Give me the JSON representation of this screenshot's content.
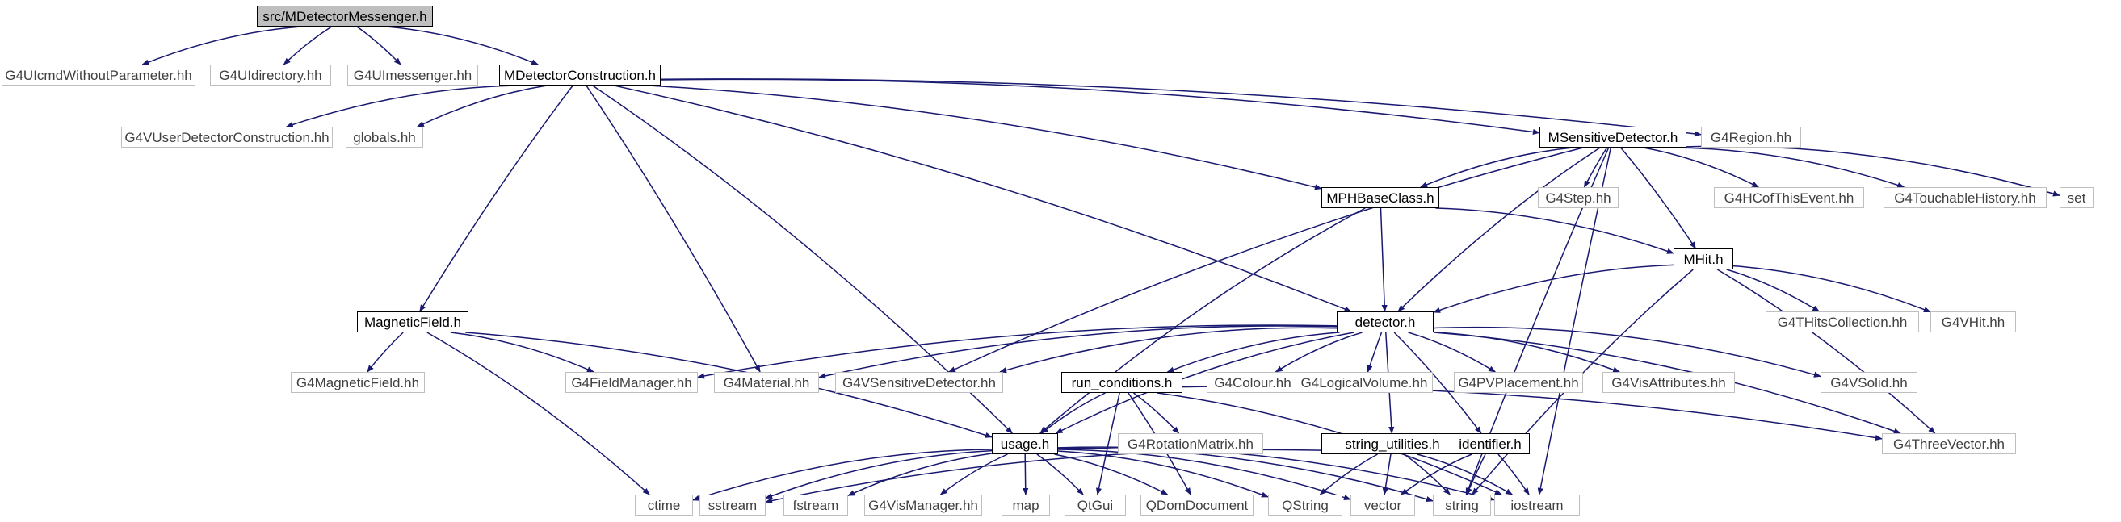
{
  "graph": {
    "nodes": [
      {
        "id": "root",
        "label": "src/MDetectorMessenger.h",
        "kind": "root"
      },
      {
        "id": "G4UIcmdWithoutParameter",
        "label": "G4UIcmdWithoutParameter.hh",
        "kind": "system"
      },
      {
        "id": "G4UIdirectory",
        "label": "G4UIdirectory.hh",
        "kind": "system"
      },
      {
        "id": "G4UImessenger",
        "label": "G4UImessenger.hh",
        "kind": "system"
      },
      {
        "id": "MDetectorConstruction",
        "label": "MDetectorConstruction.h",
        "kind": "local"
      },
      {
        "id": "G4VUserDetectorConstruction",
        "label": "G4VUserDetectorConstruction.hh",
        "kind": "system"
      },
      {
        "id": "globals",
        "label": "globals.hh",
        "kind": "system"
      },
      {
        "id": "MSensitiveDetector",
        "label": "MSensitiveDetector.h",
        "kind": "local"
      },
      {
        "id": "G4Region",
        "label": "G4Region.hh",
        "kind": "system"
      },
      {
        "id": "MPHBaseClass",
        "label": "MPHBaseClass.h",
        "kind": "local"
      },
      {
        "id": "G4Step",
        "label": "G4Step.hh",
        "kind": "system"
      },
      {
        "id": "G4HCofThisEvent",
        "label": "G4HCofThisEvent.hh",
        "kind": "system"
      },
      {
        "id": "G4TouchableHistory",
        "label": "G4TouchableHistory.hh",
        "kind": "system"
      },
      {
        "id": "set",
        "label": "set",
        "kind": "system"
      },
      {
        "id": "MHit",
        "label": "MHit.h",
        "kind": "local"
      },
      {
        "id": "MagneticField",
        "label": "MagneticField.h",
        "kind": "local"
      },
      {
        "id": "detector",
        "label": "detector.h",
        "kind": "local"
      },
      {
        "id": "G4THitsCollection",
        "label": "G4THitsCollection.hh",
        "kind": "system"
      },
      {
        "id": "G4VHit",
        "label": "G4VHit.hh",
        "kind": "system"
      },
      {
        "id": "G4MagneticField",
        "label": "G4MagneticField.hh",
        "kind": "system"
      },
      {
        "id": "G4FieldManager",
        "label": "G4FieldManager.hh",
        "kind": "system"
      },
      {
        "id": "G4Material",
        "label": "G4Material.hh",
        "kind": "system"
      },
      {
        "id": "G4VSensitiveDetector",
        "label": "G4VSensitiveDetector.hh",
        "kind": "system"
      },
      {
        "id": "run_conditions",
        "label": "run_conditions.h",
        "kind": "local"
      },
      {
        "id": "G4Colour",
        "label": "G4Colour.hh",
        "kind": "system"
      },
      {
        "id": "G4LogicalVolume",
        "label": "G4LogicalVolume.hh",
        "kind": "system"
      },
      {
        "id": "G4PVPlacement",
        "label": "G4PVPlacement.hh",
        "kind": "system"
      },
      {
        "id": "G4VisAttributes",
        "label": "G4VisAttributes.hh",
        "kind": "system"
      },
      {
        "id": "G4VSolid",
        "label": "G4VSolid.hh",
        "kind": "system"
      },
      {
        "id": "G4RotationMatrix",
        "label": "G4RotationMatrix.hh",
        "kind": "system"
      },
      {
        "id": "usage",
        "label": "usage.h",
        "kind": "local"
      },
      {
        "id": "string_utilities",
        "label": "string_utilities.h",
        "kind": "local"
      },
      {
        "id": "identifier",
        "label": "identifier.h",
        "kind": "local"
      },
      {
        "id": "G4ThreeVector",
        "label": "G4ThreeVector.hh",
        "kind": "system"
      },
      {
        "id": "ctime",
        "label": "ctime",
        "kind": "system"
      },
      {
        "id": "sstream",
        "label": "sstream",
        "kind": "system"
      },
      {
        "id": "fstream",
        "label": "fstream",
        "kind": "system"
      },
      {
        "id": "G4VisManager",
        "label": "G4VisManager.hh",
        "kind": "system"
      },
      {
        "id": "map",
        "label": "map",
        "kind": "system"
      },
      {
        "id": "QtGui",
        "label": "QtGui",
        "kind": "system"
      },
      {
        "id": "QDomDocument",
        "label": "QDomDocument",
        "kind": "system"
      },
      {
        "id": "QString",
        "label": "QString",
        "kind": "system"
      },
      {
        "id": "vector",
        "label": "vector",
        "kind": "system"
      },
      {
        "id": "string",
        "label": "string",
        "kind": "system"
      },
      {
        "id": "iostream",
        "label": "iostream",
        "kind": "system"
      }
    ],
    "edges": [
      [
        "root",
        "G4UIcmdWithoutParameter"
      ],
      [
        "root",
        "G4UIdirectory"
      ],
      [
        "root",
        "G4UImessenger"
      ],
      [
        "root",
        "MDetectorConstruction"
      ],
      [
        "MDetectorConstruction",
        "G4VUserDetectorConstruction"
      ],
      [
        "MDetectorConstruction",
        "globals"
      ],
      [
        "MDetectorConstruction",
        "MSensitiveDetector"
      ],
      [
        "MDetectorConstruction",
        "G4Region"
      ],
      [
        "MDetectorConstruction",
        "MPHBaseClass"
      ],
      [
        "MDetectorConstruction",
        "MagneticField"
      ],
      [
        "MDetectorConstruction",
        "detector"
      ],
      [
        "MDetectorConstruction",
        "G4Material"
      ],
      [
        "MDetectorConstruction",
        "usage"
      ],
      [
        "MSensitiveDetector",
        "MPHBaseClass"
      ],
      [
        "MSensitiveDetector",
        "G4Step"
      ],
      [
        "MSensitiveDetector",
        "G4HCofThisEvent"
      ],
      [
        "MSensitiveDetector",
        "G4TouchableHistory"
      ],
      [
        "MSensitiveDetector",
        "set"
      ],
      [
        "MSensitiveDetector",
        "MHit"
      ],
      [
        "MSensitiveDetector",
        "detector"
      ],
      [
        "MSensitiveDetector",
        "G4VSensitiveDetector"
      ],
      [
        "MSensitiveDetector",
        "iostream"
      ],
      [
        "MSensitiveDetector",
        "string"
      ],
      [
        "MPHBaseClass",
        "MHit"
      ],
      [
        "MPHBaseClass",
        "detector"
      ],
      [
        "MPHBaseClass",
        "usage"
      ],
      [
        "MHit",
        "detector"
      ],
      [
        "MHit",
        "G4THitsCollection"
      ],
      [
        "MHit",
        "G4VHit"
      ],
      [
        "MHit",
        "G4ThreeVector"
      ],
      [
        "MHit",
        "string"
      ],
      [
        "MagneticField",
        "G4MagneticField"
      ],
      [
        "MagneticField",
        "G4FieldManager"
      ],
      [
        "MagneticField",
        "usage"
      ],
      [
        "MagneticField",
        "ctime"
      ],
      [
        "detector",
        "G4FieldManager"
      ],
      [
        "detector",
        "G4Material"
      ],
      [
        "detector",
        "G4VSensitiveDetector"
      ],
      [
        "detector",
        "run_conditions"
      ],
      [
        "detector",
        "G4Colour"
      ],
      [
        "detector",
        "G4LogicalVolume"
      ],
      [
        "detector",
        "G4PVPlacement"
      ],
      [
        "detector",
        "G4VisAttributes"
      ],
      [
        "detector",
        "G4VSolid"
      ],
      [
        "detector",
        "G4ThreeVector"
      ],
      [
        "detector",
        "usage"
      ],
      [
        "detector",
        "string_utilities"
      ],
      [
        "detector",
        "identifier"
      ],
      [
        "run_conditions",
        "usage"
      ],
      [
        "run_conditions",
        "G4RotationMatrix"
      ],
      [
        "run_conditions",
        "QtGui"
      ],
      [
        "run_conditions",
        "QDomDocument"
      ],
      [
        "run_conditions",
        "G4ThreeVector"
      ],
      [
        "run_conditions",
        "iostream"
      ],
      [
        "usage",
        "ctime"
      ],
      [
        "usage",
        "sstream"
      ],
      [
        "usage",
        "fstream"
      ],
      [
        "usage",
        "G4VisManager"
      ],
      [
        "usage",
        "map"
      ],
      [
        "usage",
        "QtGui"
      ],
      [
        "usage",
        "QDomDocument"
      ],
      [
        "usage",
        "QString"
      ],
      [
        "usage",
        "vector"
      ],
      [
        "usage",
        "string"
      ],
      [
        "usage",
        "iostream"
      ],
      [
        "string_utilities",
        "sstream"
      ],
      [
        "string_utilities",
        "QString"
      ],
      [
        "string_utilities",
        "vector"
      ],
      [
        "string_utilities",
        "string"
      ],
      [
        "string_utilities",
        "iostream"
      ],
      [
        "identifier",
        "vector"
      ],
      [
        "identifier",
        "string"
      ],
      [
        "identifier",
        "iostream"
      ]
    ]
  },
  "colors": {
    "edge": "#191970",
    "local_border": "#000000",
    "system_border": "#bfbfbf",
    "root_fill": "#bfbfbf"
  }
}
